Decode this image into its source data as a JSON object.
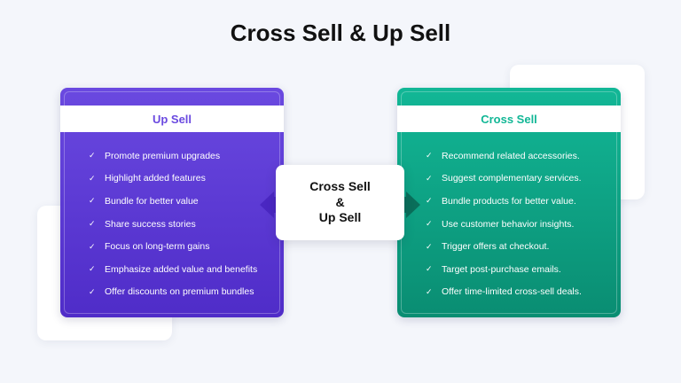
{
  "title": "Cross Sell & Up Sell",
  "colors": {
    "up_sell": "#6a49e0",
    "up_sell_dark": "#4f2cc8",
    "cross_sell": "#12b796",
    "cross_sell_dark": "#0a7f68",
    "background": "#f4f6fb"
  },
  "up_sell": {
    "heading": "Up Sell",
    "items": [
      "Promote premium upgrades",
      "Highlight added features",
      "Bundle for better value",
      "Share success stories",
      "Focus on long-term gains",
      "Emphasize added value and benefits",
      "Offer discounts on premium bundles"
    ]
  },
  "cross_sell": {
    "heading": "Cross Sell",
    "items": [
      "Recommend related accessories.",
      "Suggest complementary services.",
      "Bundle products for better value.",
      "Use customer behavior insights.",
      "Trigger offers at checkout.",
      "Target post-purchase emails.",
      "Offer time-limited cross-sell deals."
    ]
  },
  "center": {
    "line1": "Cross Sell",
    "line2": "&",
    "line3": "Up Sell"
  },
  "check_icon": "check-icon"
}
